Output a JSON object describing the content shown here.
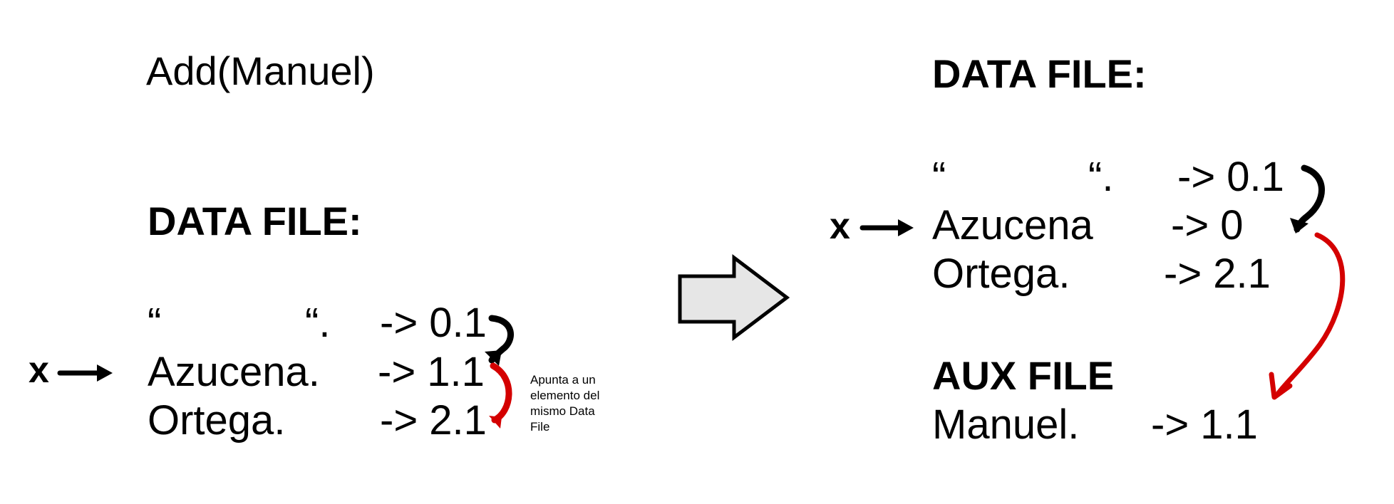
{
  "left": {
    "operation": "Add(Manuel)",
    "heading": "DATA FILE:",
    "rows": [
      {
        "name": "“",
        "name2": "“.",
        "pointer": "-> 0.1"
      },
      {
        "name": "Azucena.",
        "pointer": "-> 1.1"
      },
      {
        "name": "Ortega.",
        "pointer": "-> 2.1"
      }
    ],
    "marker": "x",
    "note": "Apunta a un elemento del mismo Data File"
  },
  "right": {
    "heading": "DATA FILE:",
    "rows": [
      {
        "name": "“",
        "name2": "“.",
        "pointer": "-> 0.1"
      },
      {
        "name": "Azucena",
        "pointer": "-> 0"
      },
      {
        "name": "Ortega.",
        "pointer": "-> 2.1"
      }
    ],
    "marker": "x",
    "aux_heading": "AUX FILE",
    "aux_rows": [
      {
        "name": "Manuel.",
        "pointer": "-> 1.1"
      }
    ]
  },
  "colors": {
    "text": "#000000",
    "red_arrow": "#d40000",
    "big_arrow_fill": "#e6e6e6",
    "big_arrow_stroke": "#000000"
  }
}
